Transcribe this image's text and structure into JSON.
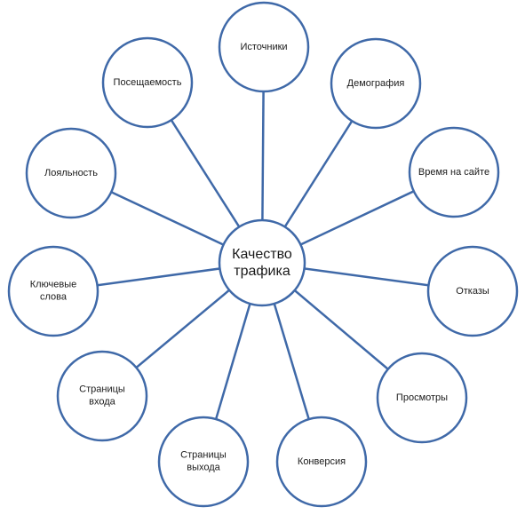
{
  "diagram": {
    "center": {
      "label": "Качество\nтрафика"
    },
    "nodes": [
      {
        "label": "Источники"
      },
      {
        "label": "Демография"
      },
      {
        "label": "Время на сайте"
      },
      {
        "label": "Отказы"
      },
      {
        "label": "Просмотры"
      },
      {
        "label": "Конверсия"
      },
      {
        "label": "Страницы\nвыхода"
      },
      {
        "label": "Страницы\nвхода"
      },
      {
        "label": "Ключевые\nслова"
      },
      {
        "label": "Лояльность"
      },
      {
        "label": "Посещаемость"
      }
    ],
    "colors": {
      "stroke": "#3f69a8",
      "fill": "#ffffff",
      "text": "#1a1a1a"
    }
  }
}
